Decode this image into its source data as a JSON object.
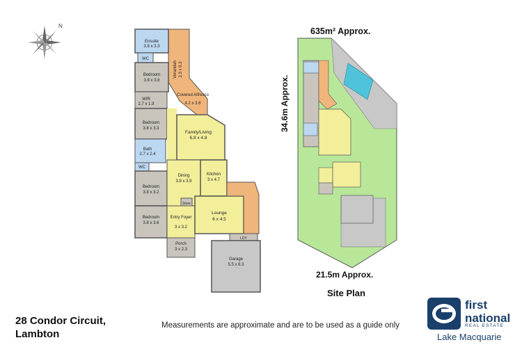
{
  "address": {
    "line1": "28 Condor Circuit,",
    "line2": "Lambton"
  },
  "disclaimer": "Measurements are approximate and are to be used as a guide only",
  "compass": {
    "label": "N"
  },
  "floor_plan": {
    "rooms": [
      {
        "name": "Ensuite",
        "size": "3.8 x 3.3"
      },
      {
        "name": "WC",
        "size": ""
      },
      {
        "name": "Bedroom",
        "size": "3.8 x 3.8"
      },
      {
        "name": "Verandah",
        "size": "2.3 x 9.3"
      },
      {
        "name": "Covered Alfresco",
        "size": "4.2 x 3.8"
      },
      {
        "name": "WIR",
        "size": "2.7 x 1.9"
      },
      {
        "name": "Bedroom",
        "size": "3.8 x 3.3"
      },
      {
        "name": "Family/Living",
        "size": "6.8 x 4.8"
      },
      {
        "name": "Bath",
        "size": "2.7 x 2.4"
      },
      {
        "name": "WC",
        "size": ""
      },
      {
        "name": "Dining",
        "size": "3.8 x 3.9"
      },
      {
        "name": "Kitchen",
        "size": "3 x 4.7"
      },
      {
        "name": "Bedroom",
        "size": "3.8 x 3.2"
      },
      {
        "name": "Store",
        "size": ""
      },
      {
        "name": "Lounge",
        "size": "6 x 4.5"
      },
      {
        "name": "Bedroom",
        "size": "3.8 x 3.6"
      },
      {
        "name": "Entry Foyer",
        "size": "3 x 3.2"
      },
      {
        "name": "Porch",
        "size": "3 x 2.3"
      },
      {
        "name": "LDY",
        "size": ""
      },
      {
        "name": "Garage",
        "size": "5.5 x 6.3"
      }
    ]
  },
  "site_plan": {
    "title": "Site Plan",
    "area": "635m² Approx.",
    "width": "21.5m Approx.",
    "depth": "34.6m Approx."
  },
  "brand": {
    "line1": "first",
    "line2": "national",
    "line3": "REAL ESTATE",
    "office": "Lake Macquarie"
  },
  "colors": {
    "bedroom": "#c9c5bd",
    "living": "#f2ee9a",
    "alfresco": "#f0b57a",
    "wet": "#bcd7f0",
    "garage": "#c8c8c8",
    "lawn": "#b9e79a",
    "pool": "#4fc3d9",
    "brand": "#1a3f6b"
  }
}
